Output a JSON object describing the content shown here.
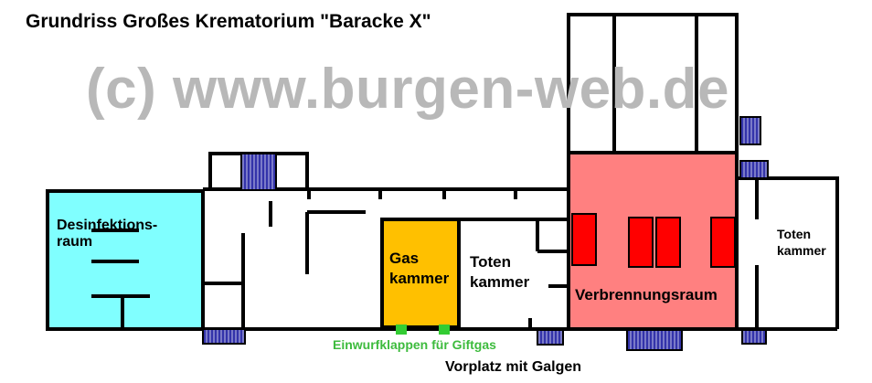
{
  "title": "Grundriss Großes Krematorium \"Baracke X\"",
  "watermark": "(c) www.burgen-web.de",
  "rooms": {
    "desinfektion": [
      "Desinfektions-",
      "raum"
    ],
    "gaskammer": [
      "Gas",
      "kammer"
    ],
    "totenkammer_1": [
      "Toten",
      "kammer"
    ],
    "verbrennungsraum": "Verbrennungsraum",
    "totenkammer_2": [
      "Toten",
      "kammer"
    ]
  },
  "labels": {
    "einwurfklappen": "Einwurfklappen für Giftgas",
    "vorplatz": "Vorplatz mit Galgen"
  },
  "colors": {
    "desinfektion_fill": "#80ffff",
    "gaskammer_fill": "#ffc000",
    "verbrennung_fill": "#ff8080",
    "ofen_fill": "#ff0000",
    "fenster_fill": "#3333aa",
    "einwurf_fill": "#33cc33",
    "wall": "#000000"
  },
  "icons": {
    "window": "window-icon",
    "furnace": "furnace-icon",
    "gas_hatch": "gas-hatch-icon"
  }
}
